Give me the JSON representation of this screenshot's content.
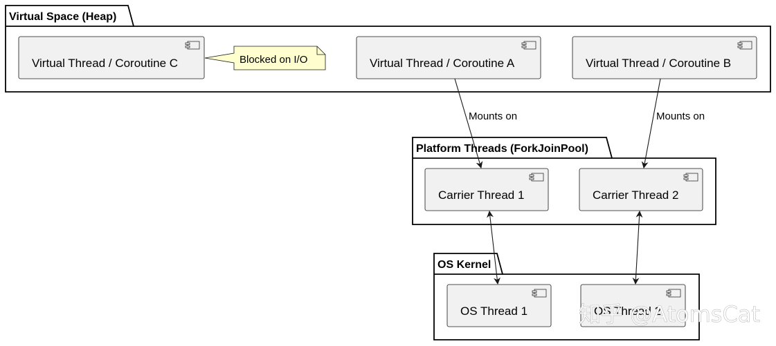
{
  "packages": {
    "virtual_space": "Virtual Space (Heap)",
    "platform_threads": "Platform Threads (ForkJoinPool)",
    "os_kernel": "OS Kernel"
  },
  "components": {
    "vt_c": "Virtual Thread / Coroutine C",
    "vt_a": "Virtual Thread / Coroutine A",
    "vt_b": "Virtual Thread / Coroutine B",
    "carrier_1": "Carrier Thread 1",
    "carrier_2": "Carrier Thread 2",
    "os_1": "OS Thread 1",
    "os_2": "OS Thread 2"
  },
  "note": "Blocked on I/O",
  "edges": {
    "a_to_carrier1": "Mounts on",
    "b_to_carrier2": "Mounts on"
  },
  "watermark": "知乎 @AtomsCat",
  "colors": {
    "component_fill": "#f1f1f1",
    "component_stroke": "#181818",
    "note_fill": "#fefece",
    "package_stroke": "#000000"
  }
}
